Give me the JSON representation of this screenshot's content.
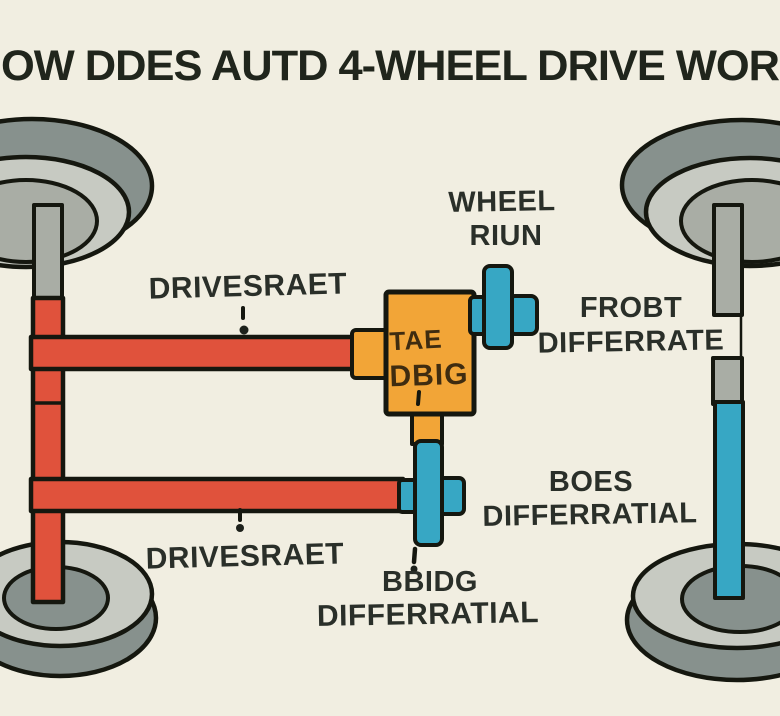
{
  "title": "OW DDES AUTD 4-WHEEL DRIVE WOR",
  "colors": {
    "background": "#f1eee1",
    "outline": "#15170f",
    "driveshaft_red": "#e0523c",
    "transfer_case_orange": "#f2a537",
    "differential_blue": "#37a7c4",
    "tire_dark": "#87918d",
    "tire_light": "#c7cac2",
    "hub_gray": "#a9ada5",
    "title_dark": "#20251c",
    "label_dark": "#2a2f29",
    "case_text": "#3f2c10",
    "tick_dark": "#1d211b"
  },
  "labels": {
    "driveshaft_top": "DRIVESRAET",
    "driveshaft_bottom": "DRIVESRAET",
    "wheel_run": {
      "line1": "WHEEL",
      "line2": "RIUN"
    },
    "front_differential": {
      "line1": "FROBT",
      "line2": "DIFFERRATE"
    },
    "rear_differential": {
      "line1": "BOES",
      "line2": "DIFFERRATIAL"
    },
    "bottom_differential": {
      "line1": "BBIDG",
      "line2": "DIFFERRATIAL"
    },
    "transfer_case": {
      "line1": "TAE",
      "line2": "DBIG"
    }
  }
}
